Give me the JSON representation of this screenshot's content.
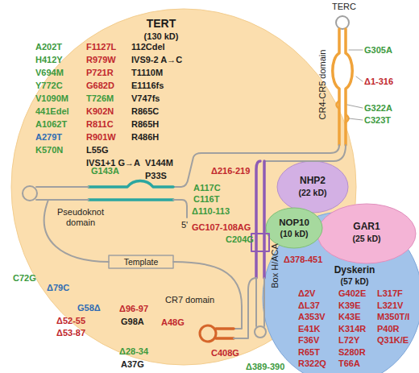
{
  "diagram": {
    "nodes": [
      {
        "text": [
          "TERT",
          "(130 kD)"
        ]
      },
      {
        "text": [
          "NHP2",
          "(22 kD)"
        ]
      },
      {
        "text": [
          "GAR1",
          "(25 kD)"
        ]
      },
      {
        "text": [
          "NOP10",
          "(10 kD)"
        ]
      },
      {
        "text": [
          "Dyskerin",
          "(57 kD)"
        ]
      }
    ],
    "labels": [
      "TERC",
      "A202T",
      "H412Y",
      "V694M",
      "Y772C",
      "V1090M",
      "441Edel",
      "A1062T",
      "A279T",
      "K570N",
      "F1127L",
      "R979W",
      "P721R",
      "G682D",
      "T726M",
      "K902N",
      "R811C",
      "R901W",
      "L55G",
      "IVS1+1 G→A",
      "112Cdel",
      "IVS9-2 A→C",
      "T1110M",
      "E1116fs",
      "V747fs",
      "R865C",
      "R865H",
      "R486H",
      "V144M",
      "P33S",
      "G305A",
      "Δ1-316",
      "G322A",
      "C323T",
      "CR4-CR5 domain",
      "G143A",
      "A117C",
      "C116T",
      "Δ110-113",
      "Δ216-219",
      "GC107-108AG",
      "C204G",
      "Pseudoknot domain",
      "5'",
      "Template",
      "C72G",
      "Δ79C",
      "G58Δ",
      "Δ52-55",
      "Δ53-87",
      "Δ96-97",
      "G98A",
      "A48G",
      "CR7 domain",
      "Δ28-34",
      "A37G",
      "C408G",
      "Δ389-390",
      "Δ378-451",
      "Box H/ACA",
      "Δ2V",
      "ΔL37",
      "A353V",
      "E41K",
      "F36V",
      "R65T",
      "R322Q",
      "G402E",
      "K39E",
      "K43E",
      "K314R",
      "L72Y",
      "S280R",
      "T66A",
      "L317F",
      "L321V",
      "M350T/I",
      "P40R",
      "Q31K/E"
    ]
  }
}
